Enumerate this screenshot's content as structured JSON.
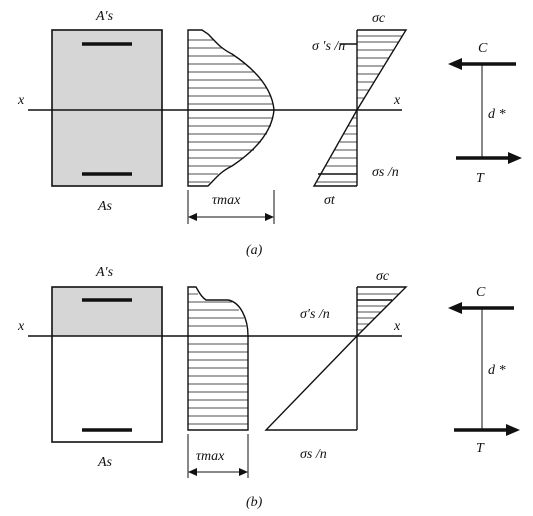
{
  "diagram_a": {
    "caption": "(a)",
    "top_steel_label": "A′s",
    "bottom_steel_label": "As",
    "axis_left": "x",
    "axis_right": "x",
    "tau_label": "τmax",
    "sigma_c": "σc",
    "sigma_s_top": "σ ′s /n",
    "sigma_s_bot": "σs /n",
    "sigma_t": "σt",
    "force_c": "C",
    "force_t": "T",
    "lever_arm": "d *"
  },
  "diagram_b": {
    "caption": "(b)",
    "top_steel_label": "A′s",
    "bottom_steel_label": "As",
    "axis_left": "x",
    "axis_right": "x",
    "tau_label": "τmax",
    "sigma_c": "σc",
    "sigma_s_top": "σ′s /n",
    "sigma_s_bot": "σs /n",
    "force_c": "C",
    "force_t": "T",
    "lever_arm": "d *"
  }
}
